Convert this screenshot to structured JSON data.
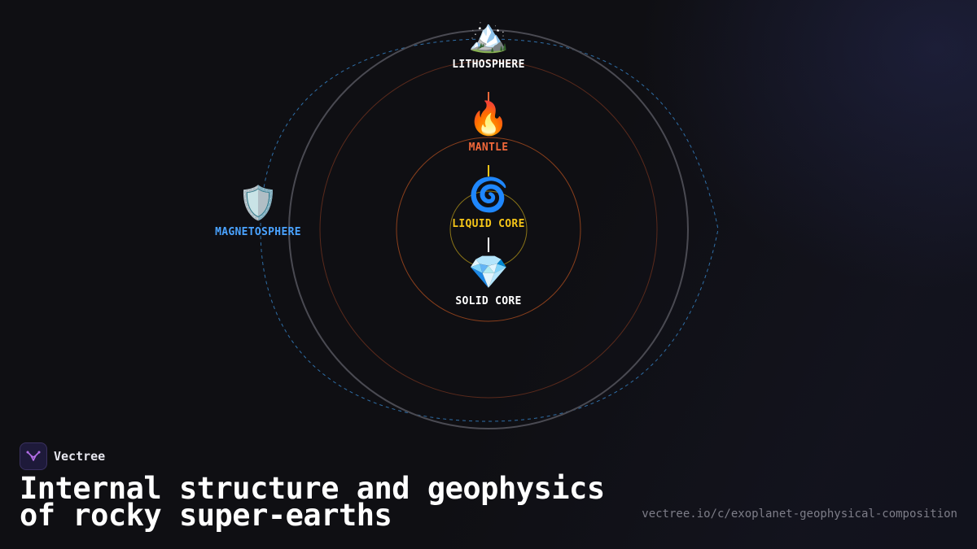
{
  "diagram": {
    "nodes": [
      {
        "id": "lithosphere",
        "icon": "mountain-icon",
        "emoji": "🏔️",
        "label": "LITHOSPHERE",
        "color": "#ffffff"
      },
      {
        "id": "mantle",
        "icon": "fire-icon",
        "emoji": "🔥",
        "label": "MANTLE",
        "color": "#f0683a"
      },
      {
        "id": "liquid_core",
        "icon": "cyclone-icon",
        "emoji": "🌀",
        "label": "LIQUID CORE",
        "color": "#f5c518"
      },
      {
        "id": "solid_core",
        "icon": "gem-icon",
        "emoji": "💎",
        "label": "SOLID CORE",
        "color": "#ffffff"
      },
      {
        "id": "magnetosphere",
        "icon": "shield-icon",
        "emoji": "🛡️",
        "label": "MAGNETOSPHERE",
        "color": "#4aa3ff"
      }
    ],
    "connectors": [
      {
        "from": "mantle",
        "to": "lithosphere",
        "color": "#f0683a"
      },
      {
        "from": "liquid_core",
        "to": "mantle",
        "color": "#f5c518"
      },
      {
        "from": "solid_core",
        "to": "liquid_core",
        "color": "#ffffff"
      }
    ],
    "ring_colors": {
      "outer": "#4a4a52",
      "magnetic_field": "#2f6fa8",
      "mantle": "#5a2a1c",
      "outer_core": "#8a3f1c",
      "inner_core": "#8a7418"
    }
  },
  "brand": {
    "name": "Vectree",
    "logo_icon": "vectree-logo-icon",
    "accent": "#b46ee8"
  },
  "title": "Internal structure and geophysics of rocky super-earths",
  "url": "vectree.io/c/exoplanet-geophysical-composition"
}
